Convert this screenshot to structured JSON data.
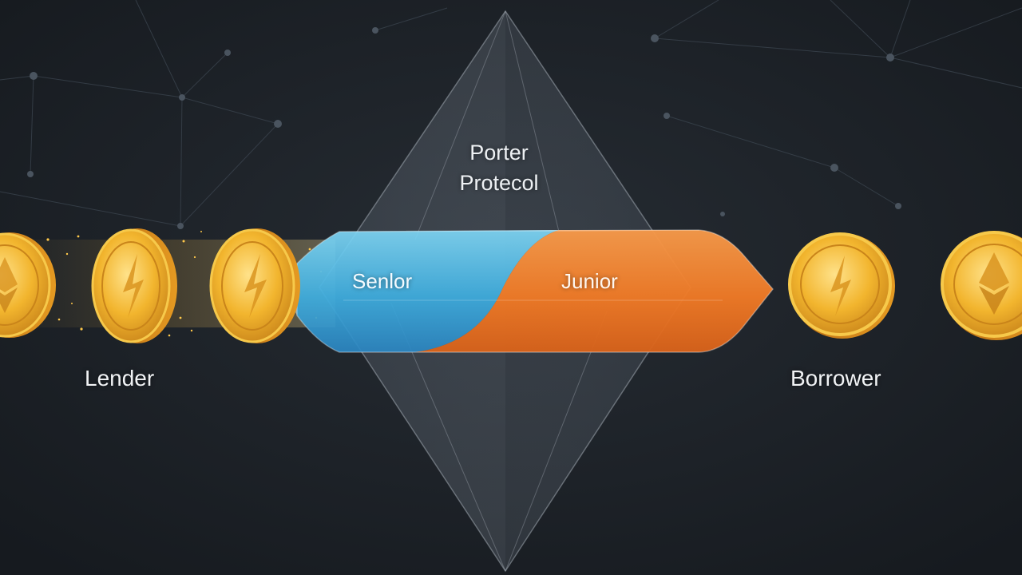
{
  "protocol": {
    "title_line1": "Porter",
    "title_line2": "Protecol"
  },
  "tranches": {
    "senior": "Senlor",
    "junior": "Junior"
  },
  "parties": {
    "lender": "Lender",
    "borrower": "Borrower"
  },
  "colors": {
    "background": "#1c2127",
    "senior": "#3eaee0",
    "junior": "#f07a26",
    "coin": "#e8a41f",
    "coin_rim": "#f7c94a"
  },
  "icons": {
    "coin_glyph": "ethereum-icon",
    "network": "network-graph-icon"
  }
}
